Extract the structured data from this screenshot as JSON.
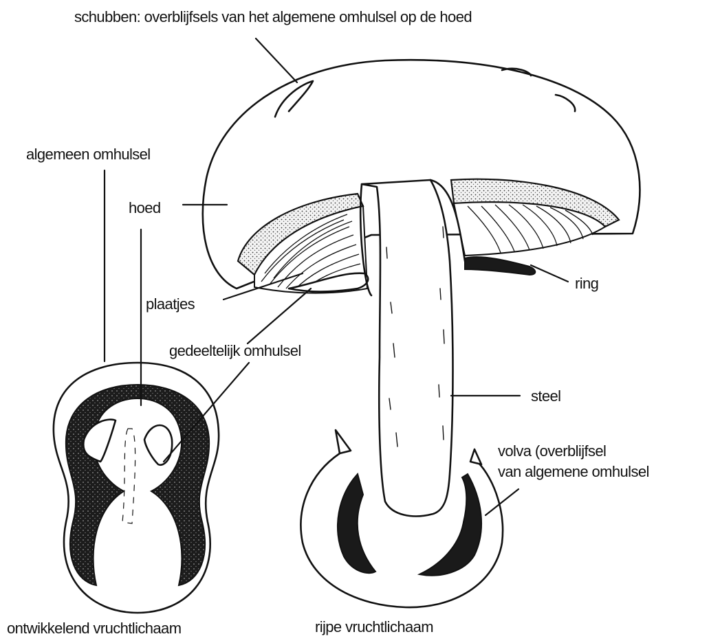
{
  "labels": {
    "schubben": "schubben: overblijfsels van het algemene omhulsel op de hoed",
    "algemeen_omhulsel": "algemeen omhulsel",
    "hoed": "hoed",
    "plaatjes": "plaatjes",
    "gedeeltelijk_omhulsel": "gedeeltelijk omhulsel",
    "ring": "ring",
    "steel": "steel",
    "volva_line1": "volva (overblijfsel",
    "volva_line2": "van algemene omhulsel"
  },
  "captions": {
    "developing": "ontwikkelend vruchtlichaam",
    "mature": "rijpe vruchtlichaam"
  }
}
